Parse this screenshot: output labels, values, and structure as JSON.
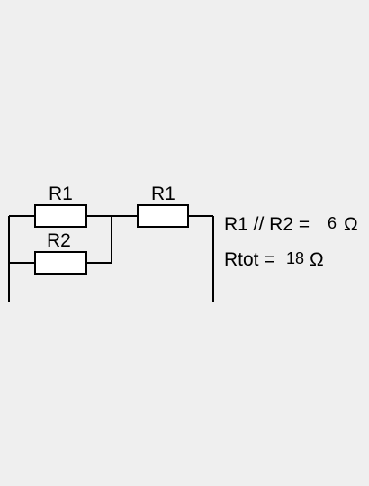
{
  "labels": {
    "r1_parallel": "R1",
    "r2_parallel": "R2",
    "r1_series": "R1"
  },
  "equations": {
    "parallel": {
      "lhs": "R1 // R2 =",
      "value": "6",
      "unit": "Ω"
    },
    "total": {
      "lhs": "Rtot =",
      "value": "18",
      "unit": "Ω"
    }
  },
  "colors": {
    "background": "#efefef",
    "line": "#000000",
    "resistor_fill": "#ffffff"
  }
}
